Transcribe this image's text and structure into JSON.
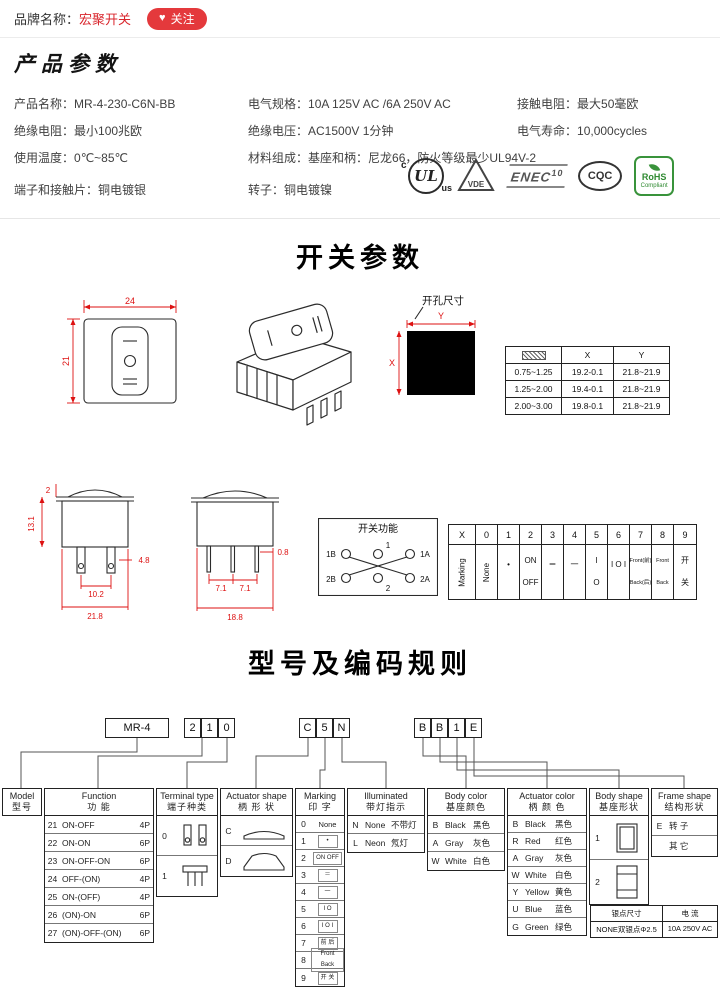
{
  "colors": {
    "accent": "#e4393c",
    "dim_red": "#dd1111",
    "line": "#222222",
    "rohs_green": "#39933b"
  },
  "topbar": {
    "brand_label": "品牌名称：",
    "brand_name": "宏聚开关",
    "heart": "♥",
    "follow_label": "关注"
  },
  "sections": {
    "product_params_title": "产品参数",
    "switch_params_title": "开关参数",
    "model_coding_title": "型号及编码规则"
  },
  "product_params": {
    "items": [
      {
        "label": "产品名称：",
        "value": "MR-4-230-C6N-BB"
      },
      {
        "label": "电气规格：",
        "value": "10A 125V AC /6A 250V AC"
      },
      {
        "label": "接触电阻：",
        "value": "最大50毫欧"
      },
      {
        "label": "绝缘电阻：",
        "value": "最小100兆欧"
      },
      {
        "label": "绝缘电压：",
        "value": "AC1500V 1分钟"
      },
      {
        "label": "电气寿命：",
        "value": "10,000cycles"
      },
      {
        "label": "使用温度：",
        "value": "0℃~85℃"
      },
      {
        "label": "材料组成：",
        "value": "基座和柄：尼龙66，防火等级最少UL94V-2"
      },
      {
        "label": "端子和接触片：",
        "value": "铜电镀银"
      },
      {
        "label": "转子：",
        "value": "铜电镀镍"
      }
    ]
  },
  "certifications": {
    "ul": {
      "left": "c",
      "main": "UL",
      "right": "us"
    },
    "vde": {
      "main": "VDE"
    },
    "enec": {
      "main": "ENEC",
      "num": "10"
    },
    "cqc": {
      "main": "CQC"
    },
    "rohs": {
      "main": "RoHS",
      "sub": "Compliant"
    }
  },
  "drawings": {
    "front_view": {
      "width_dim": "24",
      "height_dim": "21"
    },
    "cutout": {
      "title": "开孔尺寸",
      "x_label": "X",
      "y_label": "Y"
    },
    "cutout_table": {
      "col_x": "X",
      "col_y": "Y",
      "rows": [
        {
          "t": "0.75~1.25",
          "x": "19.2-0.1",
          "y": "21.8~21.9"
        },
        {
          "t": "1.25~2.00",
          "x": "19.4-0.1",
          "y": "21.8~21.9"
        },
        {
          "t": "2.00~3.00",
          "x": "19.8-0.1",
          "y": "21.8~21.9"
        }
      ]
    },
    "side_view": {
      "d_rocker": "2",
      "d_height": "13.1",
      "d_tab": "4.8",
      "d_pitch": "10.2",
      "d_width": "21.8"
    },
    "pin_view": {
      "d_p1": "7.1",
      "d_p2": "7.1",
      "d_pin": "0.8",
      "d_width": "18.8"
    },
    "function_box": {
      "title": "开关功能",
      "t_1b": "1B",
      "t_1a": "1A",
      "t_2b": "2B",
      "t_2a": "2A",
      "t_1": "1",
      "t_2": "2"
    },
    "marking_table": {
      "header": [
        "X",
        "0",
        "1",
        "2",
        "3",
        "4",
        "5",
        "6",
        "7",
        "8",
        "9"
      ],
      "row_label": "Marking",
      "none_label": "None",
      "cells": [
        {
          "top": "•",
          "bottom": ""
        },
        {
          "top": "ON",
          "bottom": "OFF"
        },
        {
          "top": "＝",
          "bottom": ""
        },
        {
          "top": "一",
          "bottom": ""
        },
        {
          "top": "I",
          "bottom": "O"
        },
        {
          "top": "I O I",
          "bottom": ""
        },
        {
          "top": "Front(前)",
          "bottom": "Back(后)"
        },
        {
          "top": "Front",
          "bottom": "Back"
        },
        {
          "top": "开",
          "bottom": "关"
        }
      ]
    }
  },
  "coding": {
    "model_code": "MR-4",
    "digit_boxes": [
      "2",
      "1",
      "0",
      "C",
      "5",
      "N",
      "B",
      "B",
      "1",
      "E"
    ],
    "model": {
      "en": "Model",
      "cn": "型号"
    },
    "function": {
      "en": "Function",
      "cn": "功 能",
      "rows": [
        {
          "code": "21",
          "label": "ON-OFF",
          "poles": "4P"
        },
        {
          "code": "22",
          "label": "ON-ON",
          "poles": "6P"
        },
        {
          "code": "23",
          "label": "ON-OFF-ON",
          "poles": "6P"
        },
        {
          "code": "24",
          "label": "OFF-(ON)",
          "poles": "4P"
        },
        {
          "code": "25",
          "label": "ON-(OFF)",
          "poles": "4P"
        },
        {
          "code": "26",
          "label": "(ON)-ON",
          "poles": "6P"
        },
        {
          "code": "27",
          "label": "(ON)-OFF-(ON)",
          "poles": "6P"
        }
      ]
    },
    "terminal_type": {
      "en": "Terminal type",
      "cn": "端子种类",
      "rows": [
        {
          "code": "0"
        },
        {
          "code": "1"
        }
      ]
    },
    "actuator_shape": {
      "en": "Actuator shape",
      "cn": "柄 形 状",
      "rows": [
        {
          "code": "C"
        },
        {
          "code": "D"
        }
      ]
    },
    "marking": {
      "en": "Marking",
      "cn": "印 字",
      "rows": [
        {
          "code": "0",
          "glyph": "None"
        },
        {
          "code": "1",
          "glyph": "•"
        },
        {
          "code": "2",
          "glyph": "ON OFF"
        },
        {
          "code": "3",
          "glyph": "＝"
        },
        {
          "code": "4",
          "glyph": "一"
        },
        {
          "code": "5",
          "glyph": "I O"
        },
        {
          "code": "6",
          "glyph": "I O I"
        },
        {
          "code": "7",
          "glyph": "前 后"
        },
        {
          "code": "8",
          "glyph": "Front Back"
        },
        {
          "code": "9",
          "glyph": "开 关"
        }
      ]
    },
    "illuminated": {
      "en": "Illuminated",
      "cn": "带灯指示",
      "rows": [
        {
          "code": "N",
          "label": "None",
          "cn": "不带灯"
        },
        {
          "code": "L",
          "label": "Neon",
          "cn": "氖灯"
        }
      ]
    },
    "body_color": {
      "en": "Body color",
      "cn": "基座颜色",
      "rows": [
        {
          "code": "B",
          "label": "Black",
          "cn": "黑色"
        },
        {
          "code": "A",
          "label": "Gray",
          "cn": "灰色"
        },
        {
          "code": "W",
          "label": "White",
          "cn": "白色"
        }
      ]
    },
    "actuator_color": {
      "en": "Actuator color",
      "cn": "柄 颜 色",
      "rows": [
        {
          "code": "B",
          "label": "Black",
          "cn": "黑色"
        },
        {
          "code": "R",
          "label": "Red",
          "cn": "红色"
        },
        {
          "code": "A",
          "label": "Gray",
          "cn": "灰色"
        },
        {
          "code": "W",
          "label": "White",
          "cn": "白色"
        },
        {
          "code": "Y",
          "label": "Yellow",
          "cn": "黄色"
        },
        {
          "code": "U",
          "label": "Blue",
          "cn": "蓝色"
        },
        {
          "code": "G",
          "label": "Green",
          "cn": "绿色"
        }
      ]
    },
    "body_shape": {
      "en": "Body shape",
      "cn": "基座形状",
      "rows": [
        {
          "code": "1"
        },
        {
          "code": "2"
        }
      ]
    },
    "frame_shape": {
      "en": "Frame shape",
      "cn": "结构形状",
      "rows": [
        {
          "code": "E",
          "label": "转 子"
        },
        {
          "code": "",
          "label": "其 它"
        }
      ]
    },
    "silver_table": {
      "h1": "银点尺寸",
      "h2": "电 流",
      "c1": "NONE双银点Φ2.5",
      "c2": "10A 250V AC"
    }
  }
}
